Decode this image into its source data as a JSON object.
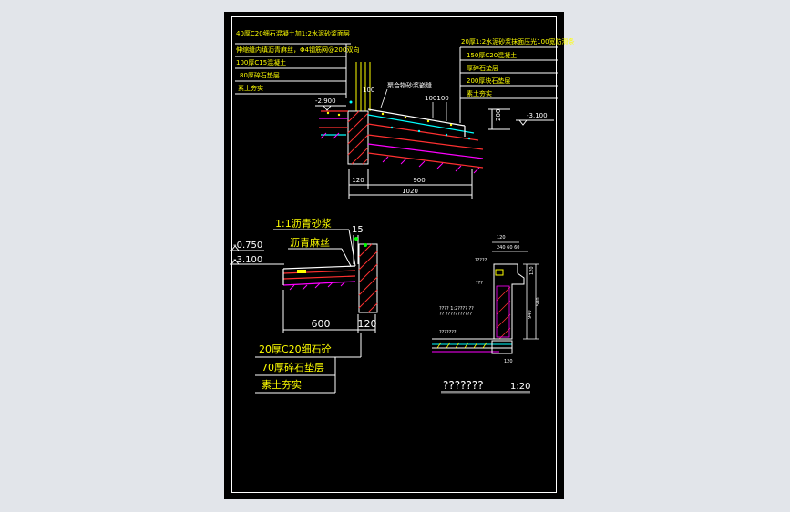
{
  "drawing_1": {
    "notes_left": [
      "40厚C20细石混凝土加1:2水泥砂浆面层",
      "伸缩缝内填沥青麻丝，Φ4钢筋网@200双向",
      "100厚C15混凝土",
      "80厚碎石垫层",
      "素土夯实"
    ],
    "notes_right": [
      "20厚1:2水泥砂浆抹面压光100宽防滑条",
      "150厚C20混凝土",
      "厚碎石垫层",
      "200厚块石垫层",
      "素土夯实"
    ],
    "elevation_left": "-2.900",
    "elevation_right": "-3.100",
    "label_top": "100",
    "label_slope": "聚合物砂浆嵌缝",
    "label_top2": "100100",
    "label_200": "200",
    "dim_120": "120",
    "dim_900": "900",
    "dim_1020": "1020"
  },
  "drawing_2": {
    "note_mortar": "1:1沥青砂浆",
    "note_jute": "沥青麻丝",
    "dim_15": "15",
    "elevation_1": "-0.750",
    "elevation_2": "-3.100",
    "dim_600": "600",
    "dim_120": "120",
    "layers": [
      "20厚C20细石砼",
      "70厚碎石垫层",
      "素土夯实"
    ]
  },
  "drawing_3": {
    "title": "???????",
    "scale": "1:20",
    "dim_top": "120",
    "dim_top2": "240 60 60",
    "dim_r1": "120",
    "dim_r2": "500",
    "dim_r3": "940",
    "note_1": "???? 1:2???? ??",
    "note_2": "?? ???????????",
    "note_3": "???????",
    "note_a": "?????",
    "note_b": "???",
    "dim_bottom": "120"
  }
}
